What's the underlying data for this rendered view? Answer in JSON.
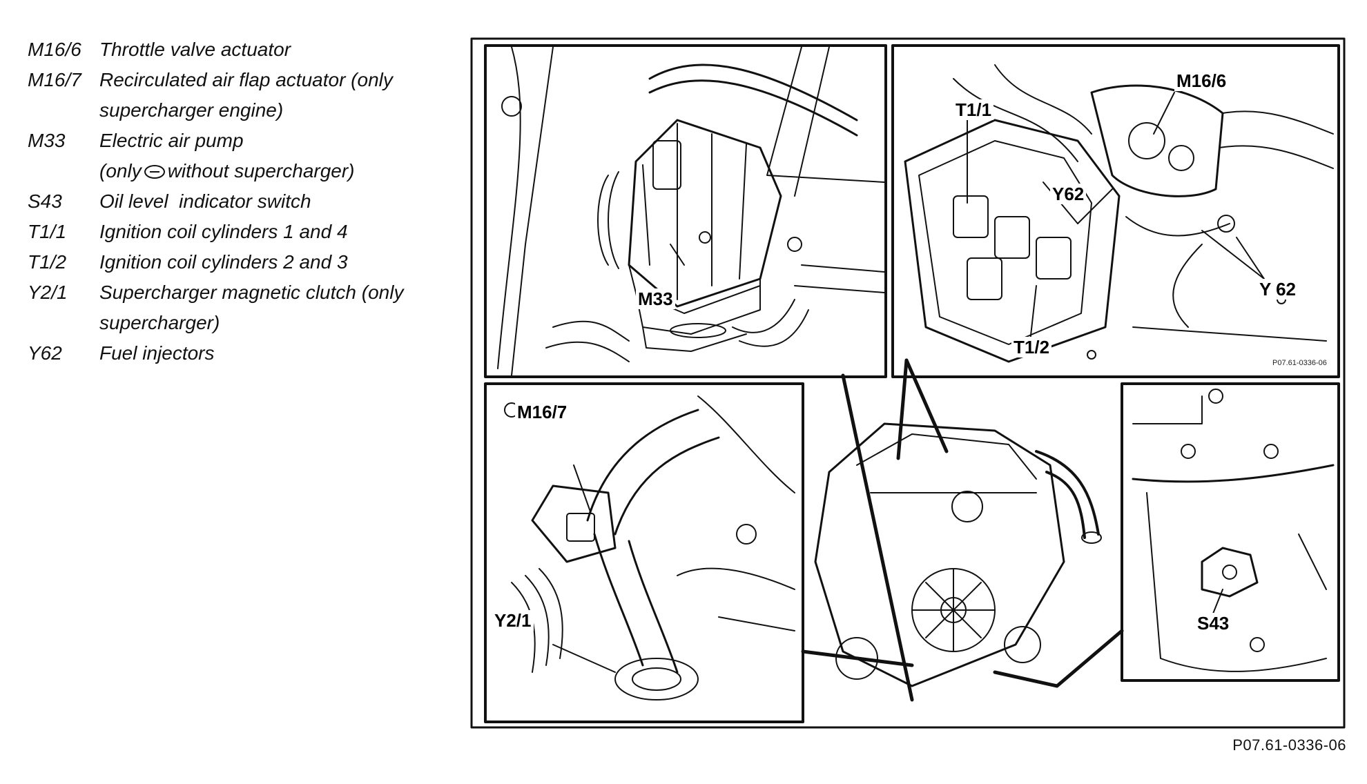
{
  "legend": [
    {
      "code": "M16/6",
      "text": "Throttle valve actuator"
    },
    {
      "code": "M16/7",
      "text": "Recirculated air flap actuator (only",
      "cont": "supercharger engine)"
    },
    {
      "code": "M33",
      "text": "Electric air pump",
      "cont_pre": "(only",
      "cont_symbol": "emission-symbol-icon",
      "cont_post": "without supercharger)"
    },
    {
      "code": "S43",
      "text": "Oil level  indicator switch"
    },
    {
      "code": "T1/1",
      "text": "Ignition coil cylinders 1 and 4"
    },
    {
      "code": "T1/2",
      "text": "Ignition coil cylinders 2 and 3"
    },
    {
      "code": "Y2/1",
      "text": "Supercharger magnetic clutch (only",
      "cont": "supercharger)"
    },
    {
      "code": "Y62",
      "text": "Fuel injectors"
    }
  ],
  "callouts": {
    "m33": "M33",
    "t11": "T1/1",
    "m166": "M16/6",
    "y62a": "Y62",
    "y62b": "Y 62",
    "t12": "T1/2",
    "m167": "M16/7",
    "y21": "Y2/1",
    "s43": "S43"
  },
  "panel_code": "P07.61-0336-06",
  "figure_code": "P07.61-0336-06"
}
